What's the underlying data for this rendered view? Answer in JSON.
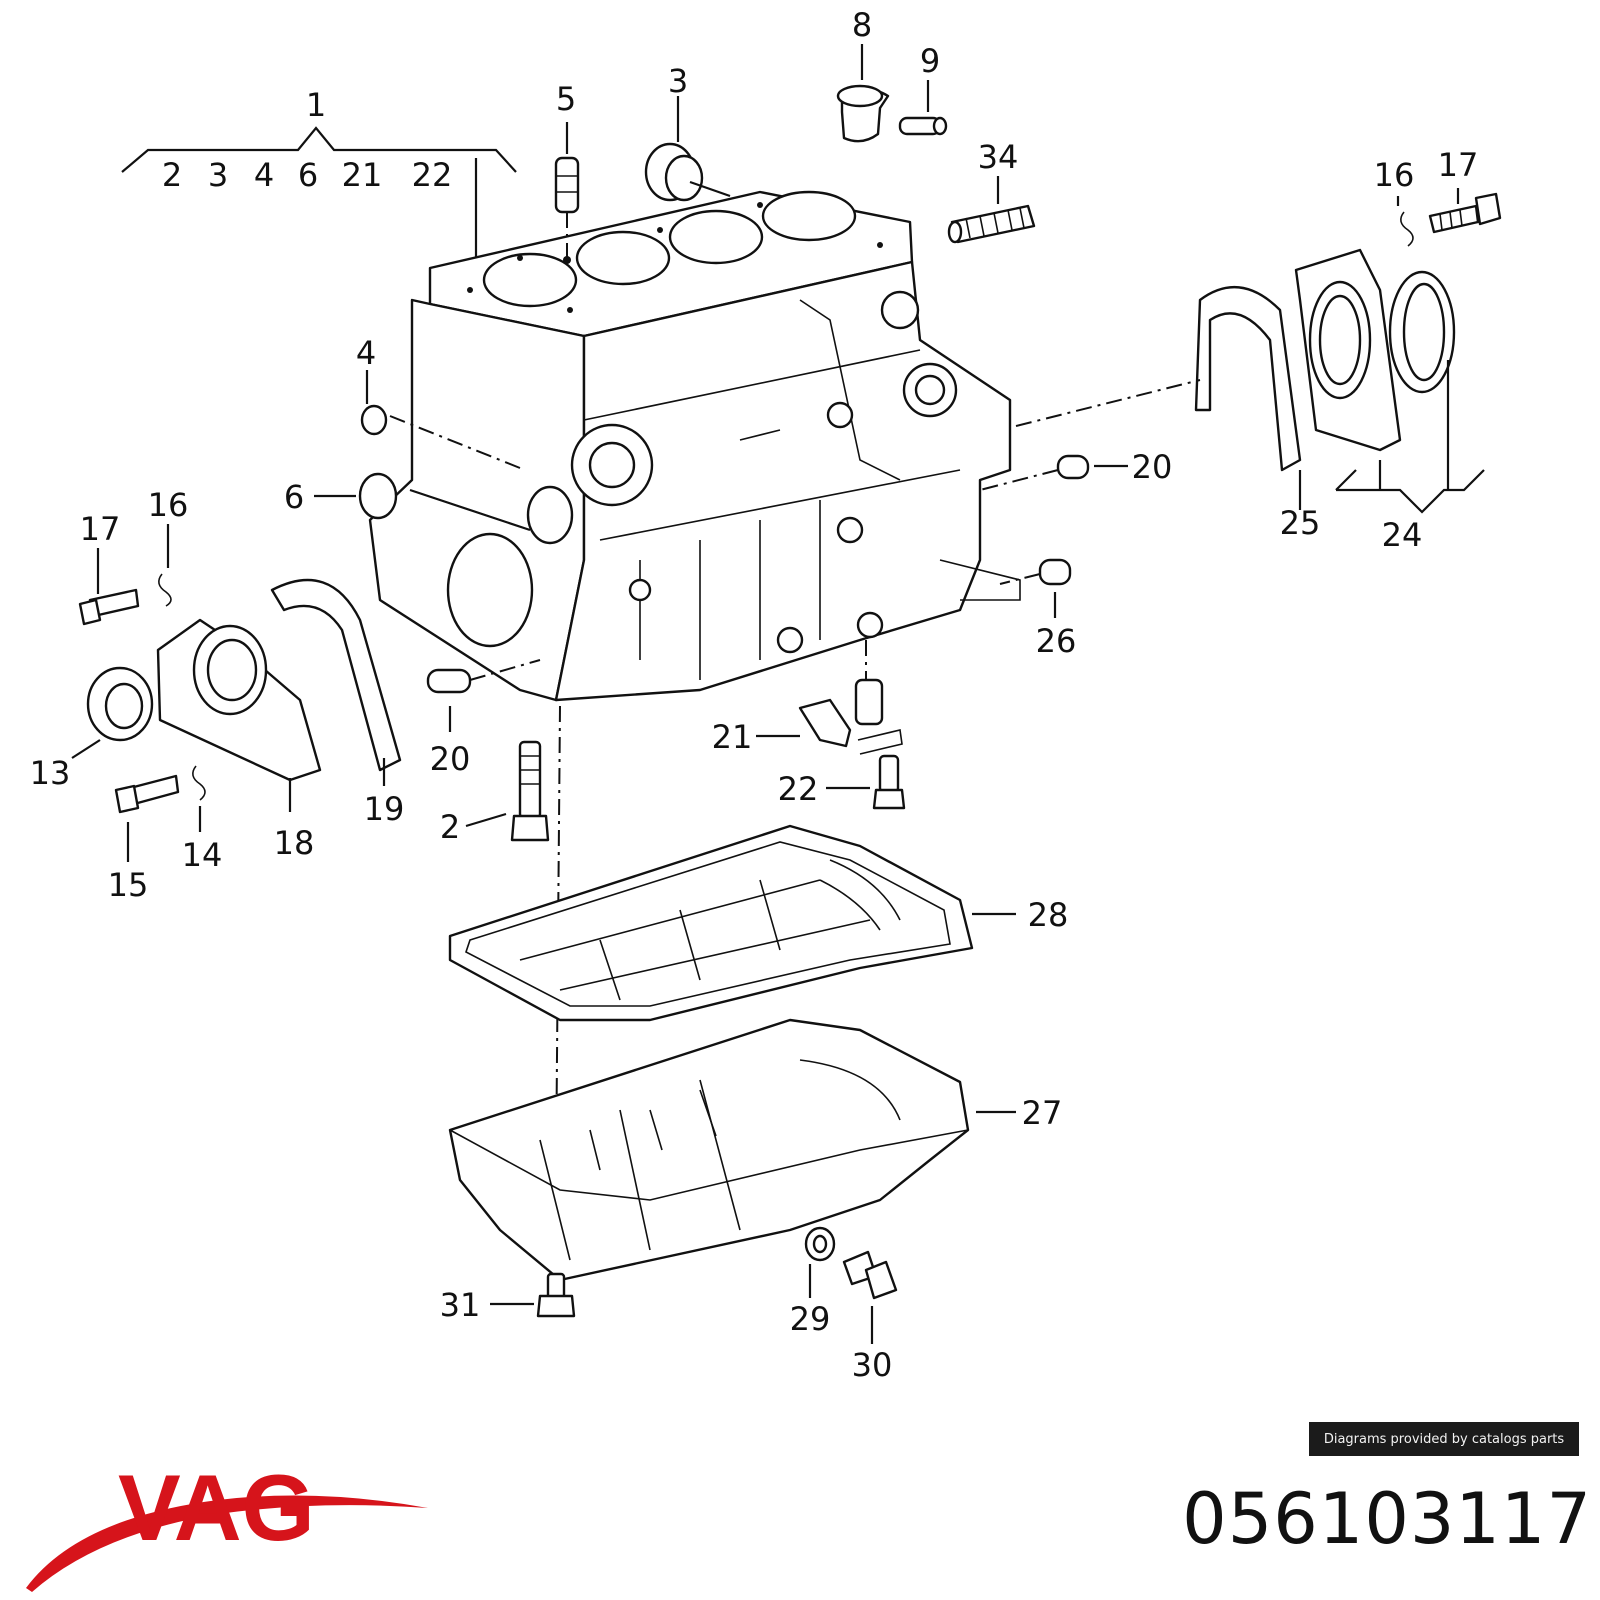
{
  "diagram": {
    "group_header": "1",
    "group_members": [
      "2",
      "3",
      "4",
      "6",
      "21",
      "22"
    ],
    "callouts": [
      {
        "id": "c8",
        "label": "8"
      },
      {
        "id": "c9",
        "label": "9"
      },
      {
        "id": "c3",
        "label": "3"
      },
      {
        "id": "c5",
        "label": "5"
      },
      {
        "id": "c34",
        "label": "34"
      },
      {
        "id": "c16r",
        "label": "16"
      },
      {
        "id": "c17r",
        "label": "17"
      },
      {
        "id": "c4",
        "label": "4"
      },
      {
        "id": "c6",
        "label": "6"
      },
      {
        "id": "c20r",
        "label": "20"
      },
      {
        "id": "c25",
        "label": "25"
      },
      {
        "id": "c24",
        "label": "24"
      },
      {
        "id": "c17l",
        "label": "17"
      },
      {
        "id": "c16l",
        "label": "16"
      },
      {
        "id": "c26",
        "label": "26"
      },
      {
        "id": "c13",
        "label": "13"
      },
      {
        "id": "c20l",
        "label": "20"
      },
      {
        "id": "c21",
        "label": "21"
      },
      {
        "id": "c22",
        "label": "22"
      },
      {
        "id": "c19",
        "label": "19"
      },
      {
        "id": "c2",
        "label": "2"
      },
      {
        "id": "c18",
        "label": "18"
      },
      {
        "id": "c14",
        "label": "14"
      },
      {
        "id": "c15",
        "label": "15"
      },
      {
        "id": "c28",
        "label": "28"
      },
      {
        "id": "c27",
        "label": "27"
      },
      {
        "id": "c31",
        "label": "31"
      },
      {
        "id": "c29",
        "label": "29"
      },
      {
        "id": "c30",
        "label": "30"
      }
    ]
  },
  "credit": "Diagrams provided by catalogs parts",
  "brand": "VAG",
  "brand_color": "#d6141b",
  "part_number": "056103117"
}
